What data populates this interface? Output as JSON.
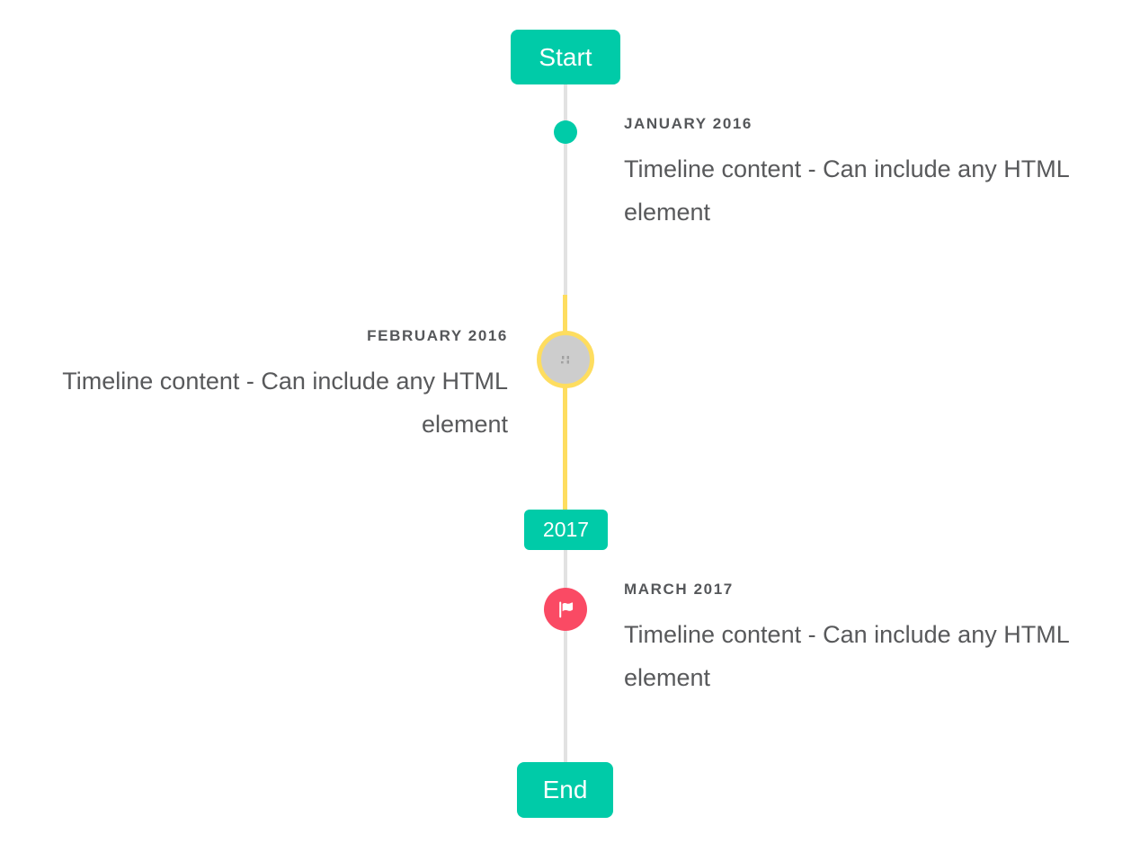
{
  "timeline": {
    "start_label": "Start",
    "end_label": "End",
    "year_divider": "2017",
    "entries": [
      {
        "title": "JANUARY 2016",
        "content": "Timeline content - Can include any HTML element",
        "side": "right",
        "marker": "teal-dot"
      },
      {
        "title": "FEBRUARY 2016",
        "content": "Timeline content - Can include any HTML element",
        "side": "left",
        "marker": "image-placeholder-circle-highlighted"
      },
      {
        "title": "MARCH 2017",
        "content": "Timeline content - Can include any HTML element",
        "side": "right",
        "marker": "red-flag-circle"
      }
    ]
  },
  "icons": {
    "flag": "flag-icon",
    "image_placeholder": "broken-image-placeholder"
  },
  "colors": {
    "accent_teal": "#00cba8",
    "highlight_yellow": "#fedd5f",
    "flag_red": "#fa4a64",
    "line_gray": "#e2e2e2",
    "marker_gray_fill": "#cdcdcd",
    "title_text": "#55575a",
    "body_text": "#58595b"
  }
}
